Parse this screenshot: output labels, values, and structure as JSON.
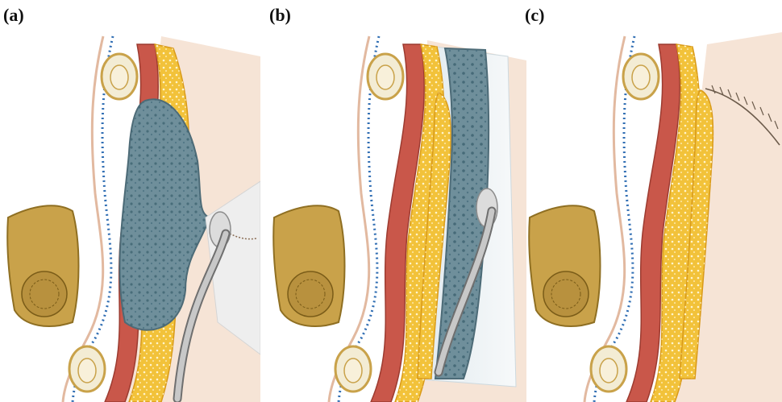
{
  "panels": [
    {
      "label": "(a)",
      "stage": "cavity-with-drain"
    },
    {
      "label": "(b)",
      "stage": "obliteration-with-drain"
    },
    {
      "label": "(c)",
      "stage": "closed-and-sutured"
    }
  ],
  "colors": {
    "skin": "#f3d9c6",
    "muscle": "#c9574a",
    "fat": "#f2c23a",
    "cavity": "#6f8f9b",
    "bone": "#c9a24a",
    "membrane_dots": "#2f6db3",
    "drain": "#a9a9a9"
  }
}
